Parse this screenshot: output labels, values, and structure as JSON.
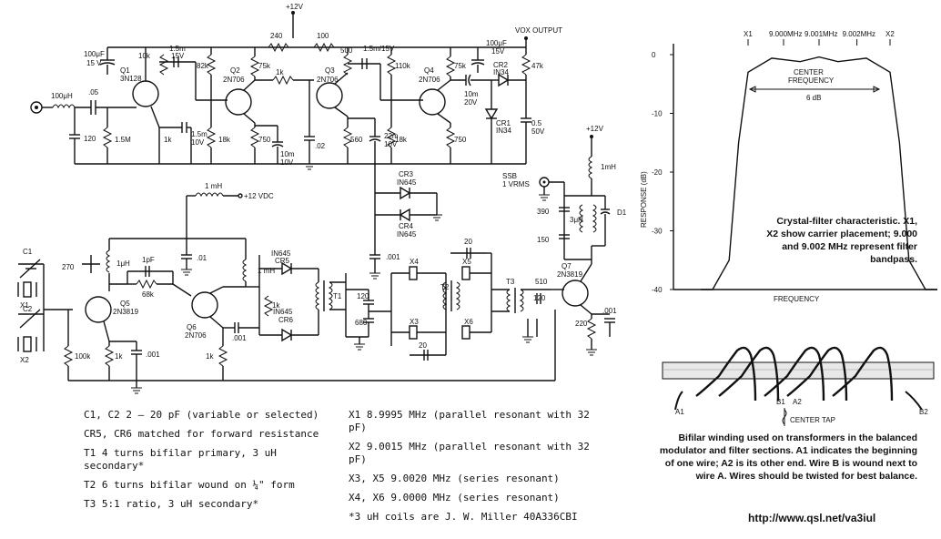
{
  "schematic": {
    "supply": "+12V",
    "supply_vdc": "+12 VDC",
    "vox_output": "VOX OUTPUT",
    "ssb_input": "SSB\n1 VRMS",
    "components": {
      "q1": "Q1",
      "q1_type": "3N128",
      "q2": "Q2",
      "q2_type": "2N706",
      "q3": "Q3",
      "q3_type": "2N706",
      "q4": "Q4",
      "q4_type": "2N706",
      "q5": "Q5",
      "q5_type": "2N3819",
      "q6": "Q6",
      "q6_type": "2N706",
      "q7": "Q7",
      "q7_type": "2N3819",
      "cr1": "CR1",
      "cr1_type": "IN34",
      "cr2": "CR2",
      "cr2_type": "IN34",
      "cr3": "CR3",
      "cr3_type": "IN645",
      "cr4": "CR4",
      "cr4_type": "IN645",
      "cr5": "CR5",
      "cr5_type": "IN645",
      "cr6": "CR6",
      "cr6_type": "IN645",
      "t1": "T1",
      "t2": "T2",
      "t3": "T3",
      "x1": "X1",
      "x2": "X2",
      "x3": "X3",
      "x4": "X4",
      "x5": "X5",
      "x6": "X6",
      "c1": "C1",
      "c2": "C2",
      "d1": "D1"
    },
    "values": {
      "c_100uf_a": "100μF",
      "v15_a": "15 V",
      "r240": "240",
      "r100": "100",
      "c15m15v": "1.5m/15V",
      "r10k": "10k",
      "c15m15v_b": "1.5m",
      "v15v_b": "15V",
      "r82k": "82k",
      "r75k_a": "75k",
      "r1k_a": "1k",
      "r500": "500",
      "r110k": "110k",
      "r75k_b": "75k",
      "c_100uf_b": "100μF",
      "v15_b": "15V",
      "r47k": "47k",
      "l100uh": "100μH",
      "c05": ".05",
      "c120_a": "120",
      "r15m": "1.5M",
      "r1k_b": "1k",
      "c15m10v": "1.5m",
      "v10v_a": "10V",
      "r18k_a": "18k",
      "r750_a": "750",
      "c10m10v": "10m",
      "v10v_b": "10V",
      "c02": ".02",
      "r560": "560",
      "c22m": "22m",
      "v10v_c": "10V",
      "r18k_b": "18k",
      "r750_b": "750",
      "c10m20v": "10m",
      "v20v": "20V",
      "c05_50v": "0.5",
      "v50v": "50V",
      "l1mh_a": "1 mH",
      "l1mh_b": "1 mH",
      "l1mh_c": "1mH",
      "c270": "270",
      "l1uh": "1μH",
      "c1pf": "1pF",
      "r68k": "68k",
      "c01_a": ".01",
      "c001_a": ".001",
      "c001_b": ".001",
      "c001_c": ".001",
      "r100k": "100k",
      "r1k_c": "1k",
      "r1k_d": "1k",
      "r1k_e": "1k",
      "c120_b": "120",
      "c680": "680",
      "c20_a": "20",
      "c20_b": "20",
      "c390": "390",
      "c150": "150",
      "l3uh": "3μH",
      "r510": "510",
      "c120_c": "120",
      "r220": "220",
      "c001_d": ".001"
    }
  },
  "notes_left": [
    {
      "key": "C1, C2",
      "text": "2 — 20 pF (variable or selected)"
    },
    {
      "key": "CR5, CR6",
      "text": "matched for forward resistance"
    },
    {
      "key": "T1",
      "text": "4 turns bifilar primary, 3 uH secondary*"
    },
    {
      "key": "T2",
      "text": "6 turns bifilar wound on ¼\" form"
    },
    {
      "key": "T3",
      "text": "5:1 ratio, 3 uH secondary*"
    }
  ],
  "notes_right": [
    {
      "key": "X1",
      "text": "8.9995 MHz (parallel resonant with 32 pF)"
    },
    {
      "key": "X2",
      "text": "9.0015 MHz (parallel resonant with 32 pF)"
    },
    {
      "key": "X3, X5",
      "text": "9.0020 MHz (series resonant)"
    },
    {
      "key": "X4, X6",
      "text": "9.0000 MHz (series resonant)"
    },
    {
      "key": "*3 uH",
      "text": "coils are J. W. Miller 40A336CBI"
    }
  ],
  "chart_data": {
    "type": "line",
    "title": "",
    "xlabel": "FREQUENCY",
    "ylabel": "RESPONSE (dB)",
    "ylim": [
      -40,
      0
    ],
    "yticks": [
      0,
      -10,
      -20,
      -30,
      -40
    ],
    "markers": [
      "X1",
      "9.000MHz",
      "9.001MHz",
      "9.002MHz",
      "X2"
    ],
    "center_label": "CENTER\nFREQUENCY",
    "bandwidth_label": "6 dB",
    "grid": false,
    "series": [
      {
        "x": [
          0,
          0.05,
          0.12,
          0.16,
          0.2,
          0.3,
          0.42,
          0.5,
          0.58,
          0.7,
          0.8,
          0.84,
          0.88,
          0.95,
          1
        ],
        "values": [
          -40,
          -40,
          -35,
          -15,
          -3,
          -0.6,
          -1.2,
          -0.4,
          -1.2,
          -0.6,
          -3,
          -15,
          -35,
          -40,
          -40
        ]
      }
    ],
    "caption": "Crystal-filter characteristic. X1, X2 show carrier placement; 9.000 and 9.002 MHz represent filter bandpass."
  },
  "winding": {
    "label_a1": "A1",
    "label_b1": "B1",
    "label_a2": "A2",
    "label_b2": "B2",
    "center_tap": "CENTER TAP",
    "caption": "Bifilar winding used on transformers in the balanced modulator and filter sections. A1 indicates the beginning of one wire; A2 is its other end. Wire B is wound next to wire A. Wires should be twisted for best balance."
  },
  "footer": {
    "url": "http://www.qsl.net/va3iul"
  }
}
